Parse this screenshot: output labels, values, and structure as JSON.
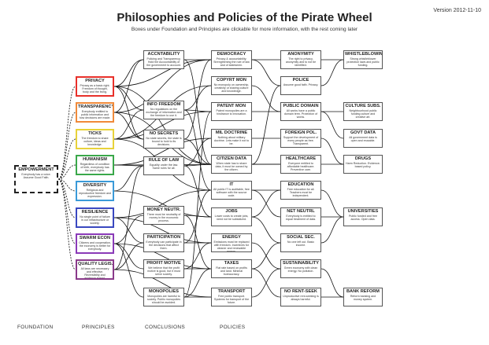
{
  "header": {
    "title": "Philosophies and Policies of the Pirate Wheel",
    "subtitle": "Boxes under Foundation and Principles are clickable for more information, with the rest coming later",
    "version": "Version 2012-11-10"
  },
  "columns": [
    "FOUNDATION",
    "PRINCIPLES",
    "CONCLUSIONS",
    "POLICIES"
  ],
  "foundation": {
    "title": "EMPOWERMENT",
    "desc": "Everybody has a voice. Assume Good Faith."
  },
  "principles": [
    {
      "title": "PRIVACY",
      "desc": "Privacy as a basic right. Freedom of thought, body and the living.",
      "color": "#e8302a"
    },
    {
      "title": "TRANSPARENCY",
      "desc": "Everybody entitled to public information and how decisions are made.",
      "color": "#f08a3a"
    },
    {
      "title": "TICKS",
      "desc": "The freedom to share culture, ideas and knowledge.",
      "color": "#e8d23a"
    },
    {
      "title": "HUMANISM",
      "desc": "Regardless of condition of birth, everybody has the same rights.",
      "color": "#3aa84a"
    },
    {
      "title": "DIVERSITY",
      "desc": "Religious and reproductive freedom and expression.",
      "color": "#3a9ad8"
    },
    {
      "title": "RESILIENCE",
      "desc": "No single point of failure in our infrastructure or society.",
      "color": "#3a48c0"
    },
    {
      "title": "SWARM ECON",
      "desc": "Citizens and cooperation, the economy is better for everybody.",
      "color": "#8a3ab8"
    },
    {
      "title": "QUALITY LEGIS.",
      "desc": "All laws are necessary and effective. Reversibility and evidence-based.",
      "color": "#8a3a8a"
    }
  ],
  "conclusions": [
    {
      "title": "ACCNTABILITY",
      "desc": "Policing and Transparency. Hold the Accountability of the government to account."
    },
    {
      "title": "INFO FREEDOM",
      "desc": "No regulations on the exchange of information and the freedom to use it."
    },
    {
      "title": "NO SECRETS",
      "desc": "No state secrets, the state is bound to hold to its decisions."
    },
    {
      "title": "RULE OF LAW",
      "desc": "Equality under the law. Same rules for all."
    },
    {
      "title": "MONEY NEUTR.",
      "desc": "There must be neutrality of money in the economic process."
    },
    {
      "title": "PARTICIPATION",
      "desc": "Everybody can participate in the decisions that affect them."
    },
    {
      "title": "PROFIT MOTIVE",
      "desc": "We believe that the profit motive is good, but it must serve society."
    },
    {
      "title": "MONOPOLIES",
      "desc": "Monopolies are harmful to society. Public monopolies should be avoided."
    }
  ],
  "policies_a": [
    {
      "title": "DEMOCRACY",
      "desc": "Privacy & accountability. Strengthening the rule of law and of statesmen."
    },
    {
      "title": "COPYRT MON",
      "desc": "No monopoly on ownership, creativity or sharing culture and knowledge."
    },
    {
      "title": "PATENT MON",
      "desc": "Patent monopolies are a hindrance to innovation."
    },
    {
      "title": "MIL DOCTRINE",
      "desc": "Nothing about military doctrine. Lets make it not to be."
    },
    {
      "title": "CITIZEN DATA",
      "desc": "When state has to share data, it must be owned by the citizen."
    },
    {
      "title": "IT",
      "desc": "All public IT is auditable, free software with the source code."
    },
    {
      "title": "JOBS",
      "desc": "Lower costs to create jobs, need not be subsidized."
    },
    {
      "title": "ENERGY",
      "desc": "Emissions must be replaced with freedom. Incentives for cleaner and renewable energy."
    },
    {
      "title": "TAXES",
      "desc": "Flat rate based on profits and land. Minimal bureaucracy."
    },
    {
      "title": "TRANSPORT",
      "desc": "Free public transport. Systems for transport of the future."
    }
  ],
  "policies_b": [
    {
      "title": "ANONYMITY",
      "desc": "The right to privacy, anonymity and to not be identified."
    },
    {
      "title": "POLICE",
      "desc": "Assume good faith. Privacy."
    },
    {
      "title": "PUBLIC DOMAIN",
      "desc": "All works have a public domain term. Protection of works."
    },
    {
      "title": "FOREIGN POL.",
      "desc": "Support the development of every people as free. Transparent."
    },
    {
      "title": "HEALTHCARE",
      "desc": "Everyone entitled to affordable healthcare. Preventive care."
    },
    {
      "title": "EDUCATION",
      "desc": "Free education for all. Teachers must be independent."
    },
    {
      "title": "NET NEUTRL",
      "desc": "Everybody is entitled to equal treatment of data."
    },
    {
      "title": "SOCIAL SEC.",
      "desc": "No one left out. Basic income."
    },
    {
      "title": "SUSTAINABILITY",
      "desc": "Green economy with clean energy. No pollution."
    },
    {
      "title": "NO RENT-SEEK",
      "desc": "Unproductive rent-seeking is always harmful."
    }
  ],
  "policies_c": [
    {
      "title": "WHISTLEBLOWING",
      "desc": "Strong whistleblower protection laws and public funding."
    },
    {
      "title": "CULTURE SUBS.",
      "desc": "Neighbourhood public funding culture and creative art."
    },
    {
      "title": "GOVT DATA",
      "desc": "All government data is open and reusable."
    },
    {
      "title": "DRUGS",
      "desc": "Harm Reduction. Evidence-based policy."
    },
    {
      "title": "UNIVERSITIES",
      "desc": "Public funded and free access. Open data."
    },
    {
      "title": "BANK REFORM",
      "desc": "Reform banking and money system."
    }
  ]
}
